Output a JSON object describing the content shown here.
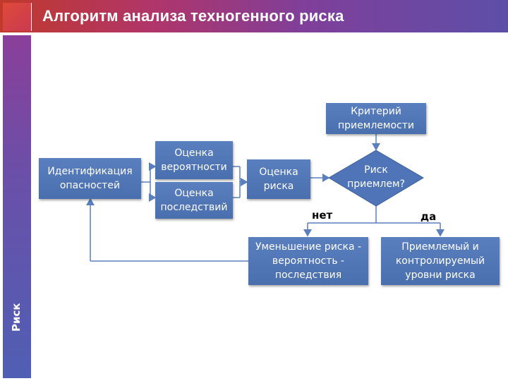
{
  "header": {
    "title": "Алгоритм анализа техногенного риска"
  },
  "sidebar": {
    "label": "Риск"
  },
  "nodes": {
    "criterion": "Критерий приемлемости",
    "identification": "Идентификация опасностей",
    "probability": "Оценка вероятности",
    "consequences": "Оценка последствий",
    "risk_assessment": "Оценка риска",
    "decision": "Риск приемлем?",
    "reduction": "Уменьшение риска - вероятность - последствия",
    "acceptable": "Приемлемый и контролируемый уровни риска"
  },
  "branches": {
    "no": "нет",
    "yes": "да"
  },
  "colors": {
    "box": "#4f75b8",
    "header_start": "#c0392b",
    "header_end": "#5d4fa8"
  }
}
